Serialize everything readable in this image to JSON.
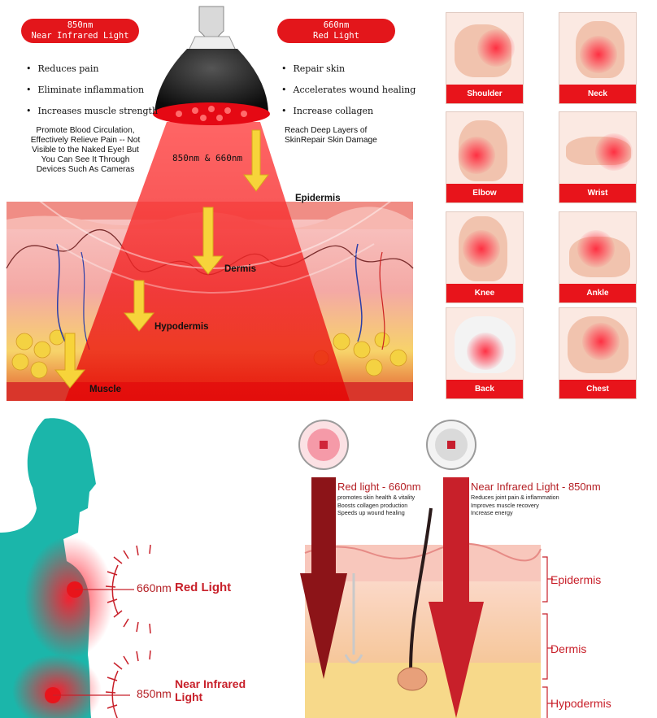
{
  "top_left": {
    "nir_pill": {
      "line1": "850nm",
      "line2": "Near Infrared Light"
    },
    "red_pill": {
      "line1": "660nm",
      "line2": "Red Light"
    },
    "left_benefits": [
      "Reduces pain",
      "Eliminate inflammation",
      "Increases muscle strength"
    ],
    "right_benefits": [
      "Repair skin",
      "Accelerates wound healing",
      "Increase collagen"
    ],
    "left_note": [
      "Promote Blood Circulation,",
      "Effectively Relieve Pain -- Not",
      "Visible to the Naked Eye! But",
      "You Can See It Through",
      "Devices Such As Cameras"
    ],
    "right_note": [
      "Reach Deep Layers of",
      "SkinRepair Skin Damage"
    ],
    "beam_label": "850nm & 660nm",
    "layers": {
      "epidermis": "Epidermis",
      "dermis": "Dermis",
      "hypodermis": "Hypodermis",
      "muscle": "Muscle"
    }
  },
  "body_parts": [
    "Shoulder",
    "Neck",
    "Elbow",
    "Wrist",
    "Knee",
    "Ankle",
    "Back",
    "Chest"
  ],
  "bottom_left": {
    "red_value": "660nm",
    "red_name": "Red Light",
    "nir_value": "850nm",
    "nir_name_line1": "Near Infrared",
    "nir_name_line2": "Light"
  },
  "bottom_right": {
    "red_title": "Red light - 660nm",
    "red_benefits": [
      "promotes skin health & vitality",
      "Boosts collagen production",
      "Speeds up wound healing"
    ],
    "nir_title": "Near Infrared Light - 850nm",
    "nir_benefits": [
      "Reduces joint pain & inflammation",
      "Improves muscle recovery",
      "Increase energy"
    ],
    "layers": [
      "Epidermis",
      "Dermis",
      "Hypodermis"
    ]
  },
  "colors": {
    "accent_red": "#e3161b",
    "arrow_yellow": "#f7d43a",
    "silhouette_teal": "#1bb6aa",
    "dark_red": "#8c1418"
  }
}
